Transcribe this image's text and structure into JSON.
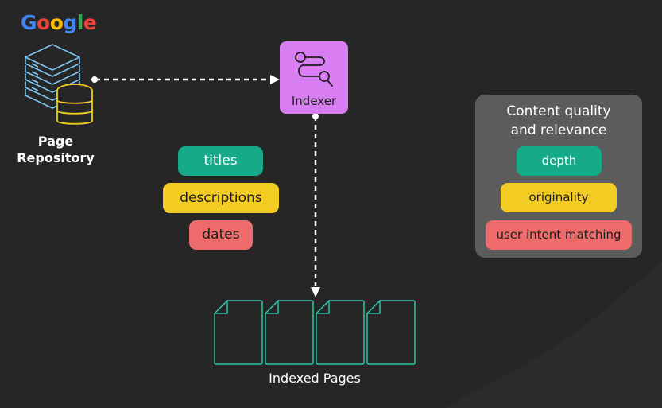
{
  "google_logo": {
    "letters": [
      "G",
      "o",
      "o",
      "g",
      "l",
      "e"
    ],
    "colors": [
      "#4285F4",
      "#EA4335",
      "#FBBC05",
      "#4285F4",
      "#34A853",
      "#EA4335"
    ]
  },
  "page_repository": {
    "label_line1": "Page",
    "label_line2": "Repository"
  },
  "indexer": {
    "label": "Indexer",
    "color": "#d97ef2"
  },
  "extracted_fields": [
    {
      "label": "titles",
      "color": "#16a98a"
    },
    {
      "label": "descriptions",
      "color": "#f2cc22"
    },
    {
      "label": "dates",
      "color": "#ee6b6b"
    }
  ],
  "content_quality": {
    "title_line1": "Content quality",
    "title_line2": "and relevance",
    "items": [
      {
        "label": "depth",
        "color": "#16a98a"
      },
      {
        "label": "originality",
        "color": "#f2cc22"
      },
      {
        "label": "user intent matching",
        "color": "#ee6b6b"
      }
    ]
  },
  "indexed_pages": {
    "label": "Indexed Pages",
    "count": 4,
    "outline_color": "#2ec4a0"
  },
  "icons": {
    "database": "server-database-icon",
    "indexer": "route-path-icon",
    "document": "document-icon"
  }
}
